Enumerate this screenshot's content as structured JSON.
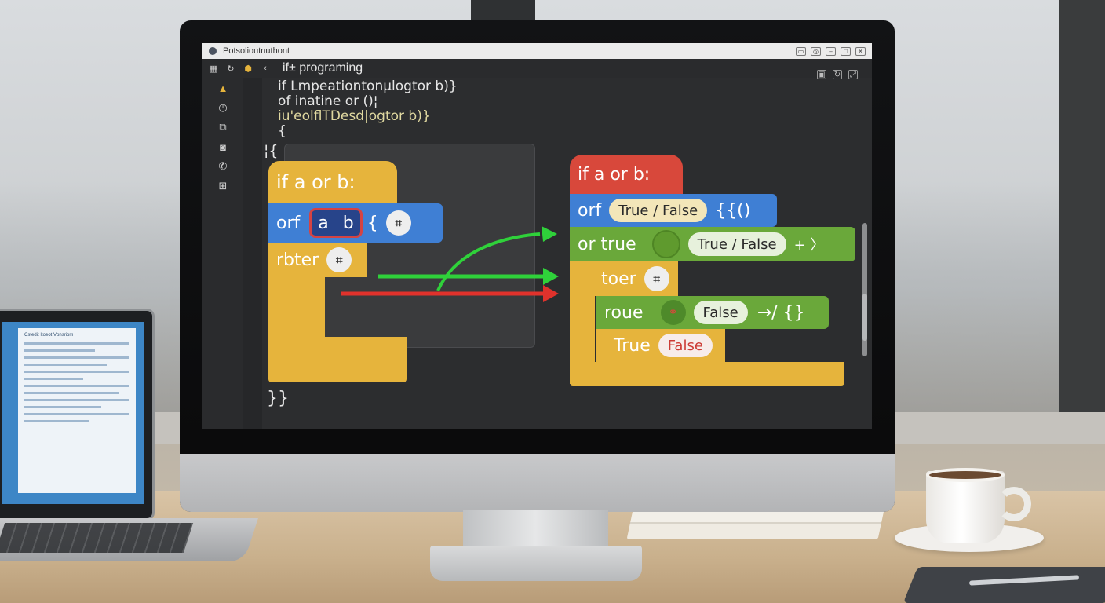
{
  "window": {
    "title": "Potsolioutnuthont",
    "toolbar_title": "if± programing"
  },
  "editor": {
    "code_lines": [
      "if Lmpeationtonµlogtor b)}",
      "of inatine or ()¦",
      "iu'eolflTDesd|ogtor b)}",
      "{"
    ],
    "open_brace": "¦{",
    "close_brace": "}}"
  },
  "left_blocks": {
    "header": "if a or b:",
    "or_row": {
      "label": "orf",
      "a": "a",
      "b": "b",
      "brace": "{",
      "hash": "⌗"
    },
    "inner_row": {
      "label": "rbter",
      "hash": "⌗"
    }
  },
  "right_blocks": {
    "header": "if a or b:",
    "row1": {
      "label": "orf",
      "pill": "True / False",
      "suffix": "{{()"
    },
    "row2": {
      "label": "or true",
      "pill": "True / False",
      "suffix": "+ 〉"
    },
    "row3": {
      "label": "toer",
      "hash": "⌗"
    },
    "row4": {
      "label": "roue",
      "pill": "False",
      "suffix": "→/ {}"
    },
    "row5": {
      "label": "True",
      "pill": "False"
    }
  },
  "icons": {
    "sidebar": [
      "warning-icon",
      "clock-icon",
      "files-icon",
      "camera-icon",
      "phone-icon",
      "extensions-icon"
    ],
    "window_controls": [
      "pin-icon",
      "settings-icon",
      "minimize-icon",
      "maximize-icon",
      "close-icon"
    ]
  },
  "laptop": {
    "screen_title": "Cstedit Itoeot Vbnsriom"
  },
  "colors": {
    "block_yellow": "#e6b43c",
    "block_blue": "#3f7fd4",
    "block_green": "#6aa83a",
    "block_red": "#d8483b",
    "arrow_green": "#2fd13a",
    "arrow_red": "#e0322c"
  }
}
